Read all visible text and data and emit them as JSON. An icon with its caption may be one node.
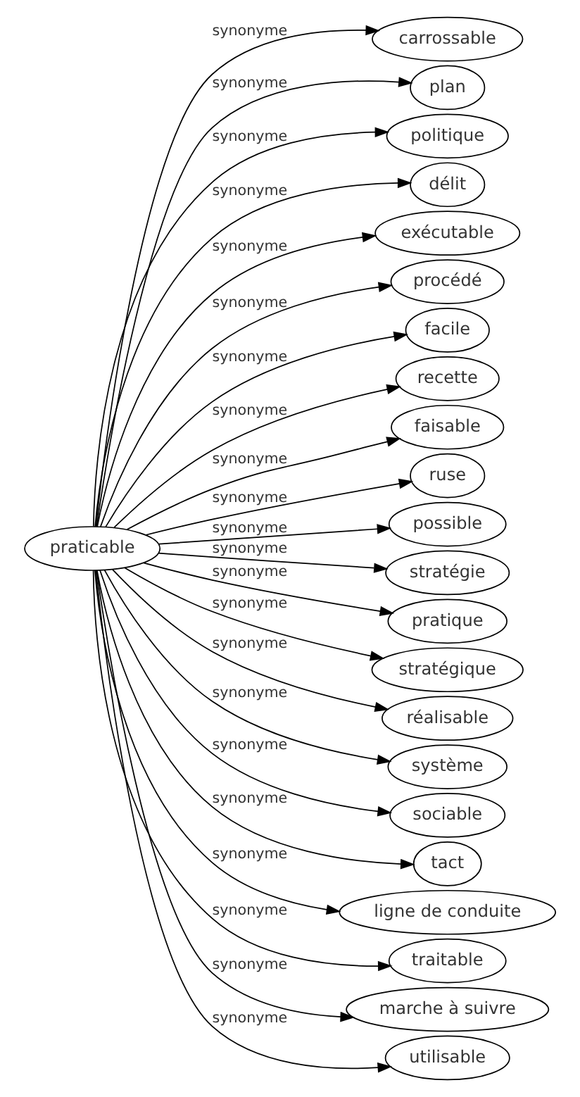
{
  "diagram": {
    "nodes": [
      {
        "text": [
          "praticable"
        ]
      },
      {
        "text": [
          "carrossable"
        ]
      },
      {
        "text": [
          "plan"
        ]
      },
      {
        "text": [
          "politique"
        ]
      },
      {
        "text": [
          "délit"
        ]
      },
      {
        "text": [
          "exécutable"
        ]
      },
      {
        "text": [
          "procédé"
        ]
      },
      {
        "text": [
          "facile"
        ]
      },
      {
        "text": [
          "recette"
        ]
      },
      {
        "text": [
          "faisable"
        ]
      },
      {
        "text": [
          "ruse"
        ]
      },
      {
        "text": [
          "possible"
        ]
      },
      {
        "text": [
          "stratégie"
        ]
      },
      {
        "text": [
          "pratique"
        ]
      },
      {
        "text": [
          "stratégique"
        ]
      },
      {
        "text": [
          "réalisable"
        ]
      },
      {
        "text": [
          "système"
        ]
      },
      {
        "text": [
          "sociable"
        ]
      },
      {
        "text": [
          "tact"
        ]
      },
      {
        "text": [
          "ligne de conduite"
        ]
      },
      {
        "text": [
          "traitable"
        ]
      },
      {
        "text": [
          "marche à suivre"
        ]
      },
      {
        "text": [
          "utilisable"
        ]
      }
    ],
    "edges": [
      {
        "from": 0,
        "to": 1,
        "arrow": "to",
        "label": "synonyme"
      },
      {
        "from": 0,
        "to": 2,
        "arrow": "to",
        "label": "synonyme"
      },
      {
        "from": 0,
        "to": 3,
        "arrow": "to",
        "label": "synonyme"
      },
      {
        "from": 0,
        "to": 4,
        "arrow": "to",
        "label": "synonyme"
      },
      {
        "from": 0,
        "to": 5,
        "arrow": "to",
        "label": "synonyme"
      },
      {
        "from": 0,
        "to": 6,
        "arrow": "to",
        "label": "synonyme"
      },
      {
        "from": 0,
        "to": 7,
        "arrow": "to",
        "label": "synonyme"
      },
      {
        "from": 0,
        "to": 8,
        "arrow": "to",
        "label": "synonyme"
      },
      {
        "from": 0,
        "to": 9,
        "arrow": "to",
        "label": "synonyme"
      },
      {
        "from": 0,
        "to": 10,
        "arrow": "to",
        "label": "synonyme"
      },
      {
        "from": 0,
        "to": 11,
        "arrow": "to",
        "label": "synonyme"
      },
      {
        "from": 0,
        "to": 12,
        "arrow": "to",
        "label": "synonyme"
      },
      {
        "from": 0,
        "to": 13,
        "arrow": "to",
        "label": "synonyme"
      },
      {
        "from": 0,
        "to": 14,
        "arrow": "to",
        "label": "synonyme"
      },
      {
        "from": 0,
        "to": 15,
        "arrow": "to",
        "label": "synonyme"
      },
      {
        "from": 0,
        "to": 16,
        "arrow": "to",
        "label": "synonyme"
      },
      {
        "from": 0,
        "to": 17,
        "arrow": "to",
        "label": "synonyme"
      },
      {
        "from": 0,
        "to": 18,
        "arrow": "to",
        "label": "synonyme"
      },
      {
        "from": 0,
        "to": 19,
        "arrow": "to",
        "label": "synonyme"
      },
      {
        "from": 0,
        "to": 20,
        "arrow": "to",
        "label": "synonyme"
      },
      {
        "from": 0,
        "to": 21,
        "arrow": "to",
        "label": "synonyme"
      },
      {
        "from": 0,
        "to": 22,
        "arrow": "to",
        "label": "synonyme"
      }
    ]
  }
}
